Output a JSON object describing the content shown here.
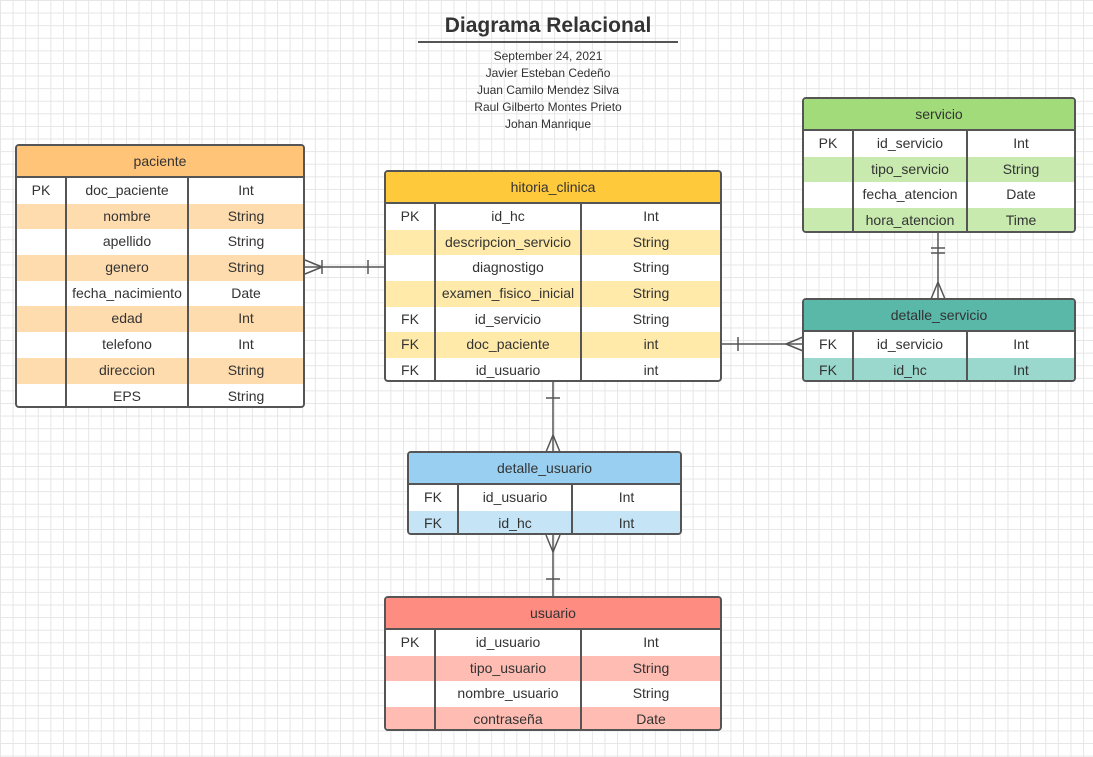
{
  "header": {
    "title": "Diagrama Relacional",
    "date": "September 24, 2021",
    "authors": [
      "Javier  Esteban Cedeño",
      "Juan Camilo Mendez Silva",
      "Raul Gilberto Montes Prieto",
      "Johan Manrique"
    ]
  },
  "colors": {
    "paciente": {
      "header": "#ffc477",
      "stripe": "#ffdcae"
    },
    "historia": {
      "header": "#ffc93c",
      "stripe": "#ffeaaa"
    },
    "servicio": {
      "header": "#a1db7a",
      "stripe": "#c8eaaf"
    },
    "detalle_servicio": {
      "header": "#5ab8a8",
      "stripe": "#9ad7cd"
    },
    "detalle_usuario": {
      "header": "#99d0f2",
      "stripe": "#c5e5f7"
    },
    "usuario": {
      "header": "#ff8c80",
      "stripe": "#ffbcb2"
    },
    "line": "#555555"
  },
  "entities": {
    "paciente": {
      "name": "paciente",
      "rows": [
        {
          "key": "PK",
          "field": "doc_paciente",
          "type": "Int"
        },
        {
          "key": "",
          "field": "nombre",
          "type": "String"
        },
        {
          "key": "",
          "field": "apellido",
          "type": "String"
        },
        {
          "key": "",
          "field": "genero",
          "type": "String"
        },
        {
          "key": "",
          "field": "fecha_nacimiento",
          "type": "Date"
        },
        {
          "key": "",
          "field": "edad",
          "type": "Int"
        },
        {
          "key": "",
          "field": "telefono",
          "type": "Int"
        },
        {
          "key": "",
          "field": "direccion",
          "type": "String"
        },
        {
          "key": "",
          "field": "EPS",
          "type": "String"
        }
      ]
    },
    "historia": {
      "name": "hitoria_clinica",
      "rows": [
        {
          "key": "PK",
          "field": "id_hc",
          "type": "Int"
        },
        {
          "key": "",
          "field": "descripcion_servicio",
          "type": "String"
        },
        {
          "key": "",
          "field": "diagnostigo",
          "type": "String"
        },
        {
          "key": "",
          "field": "examen_fisico_inicial",
          "type": "String"
        },
        {
          "key": "FK",
          "field": "id_servicio",
          "type": "String"
        },
        {
          "key": "FK",
          "field": "doc_paciente",
          "type": "int"
        },
        {
          "key": "FK",
          "field": "id_usuario",
          "type": "int"
        }
      ]
    },
    "servicio": {
      "name": "servicio",
      "rows": [
        {
          "key": "PK",
          "field": "id_servicio",
          "type": "Int"
        },
        {
          "key": "",
          "field": "tipo_servicio",
          "type": "String"
        },
        {
          "key": "",
          "field": "fecha_atencion",
          "type": "Date"
        },
        {
          "key": "",
          "field": "hora_atencion",
          "type": "Time"
        }
      ]
    },
    "detalle_servicio": {
      "name": "detalle_servicio",
      "rows": [
        {
          "key": "FK",
          "field": "id_servicio",
          "type": "Int"
        },
        {
          "key": "FK",
          "field": "id_hc",
          "type": "Int"
        }
      ]
    },
    "detalle_usuario": {
      "name": "detalle_usuario",
      "rows": [
        {
          "key": "FK",
          "field": "id_usuario",
          "type": "Int"
        },
        {
          "key": "FK",
          "field": "id_hc",
          "type": "Int"
        }
      ]
    },
    "usuario": {
      "name": "usuario",
      "rows": [
        {
          "key": "PK",
          "field": "id_usuario",
          "type": "Int"
        },
        {
          "key": "",
          "field": "tipo_usuario",
          "type": "String"
        },
        {
          "key": "",
          "field": "nombre_usuario",
          "type": "String"
        },
        {
          "key": "",
          "field": "contraseña",
          "type": "Date"
        }
      ]
    }
  }
}
